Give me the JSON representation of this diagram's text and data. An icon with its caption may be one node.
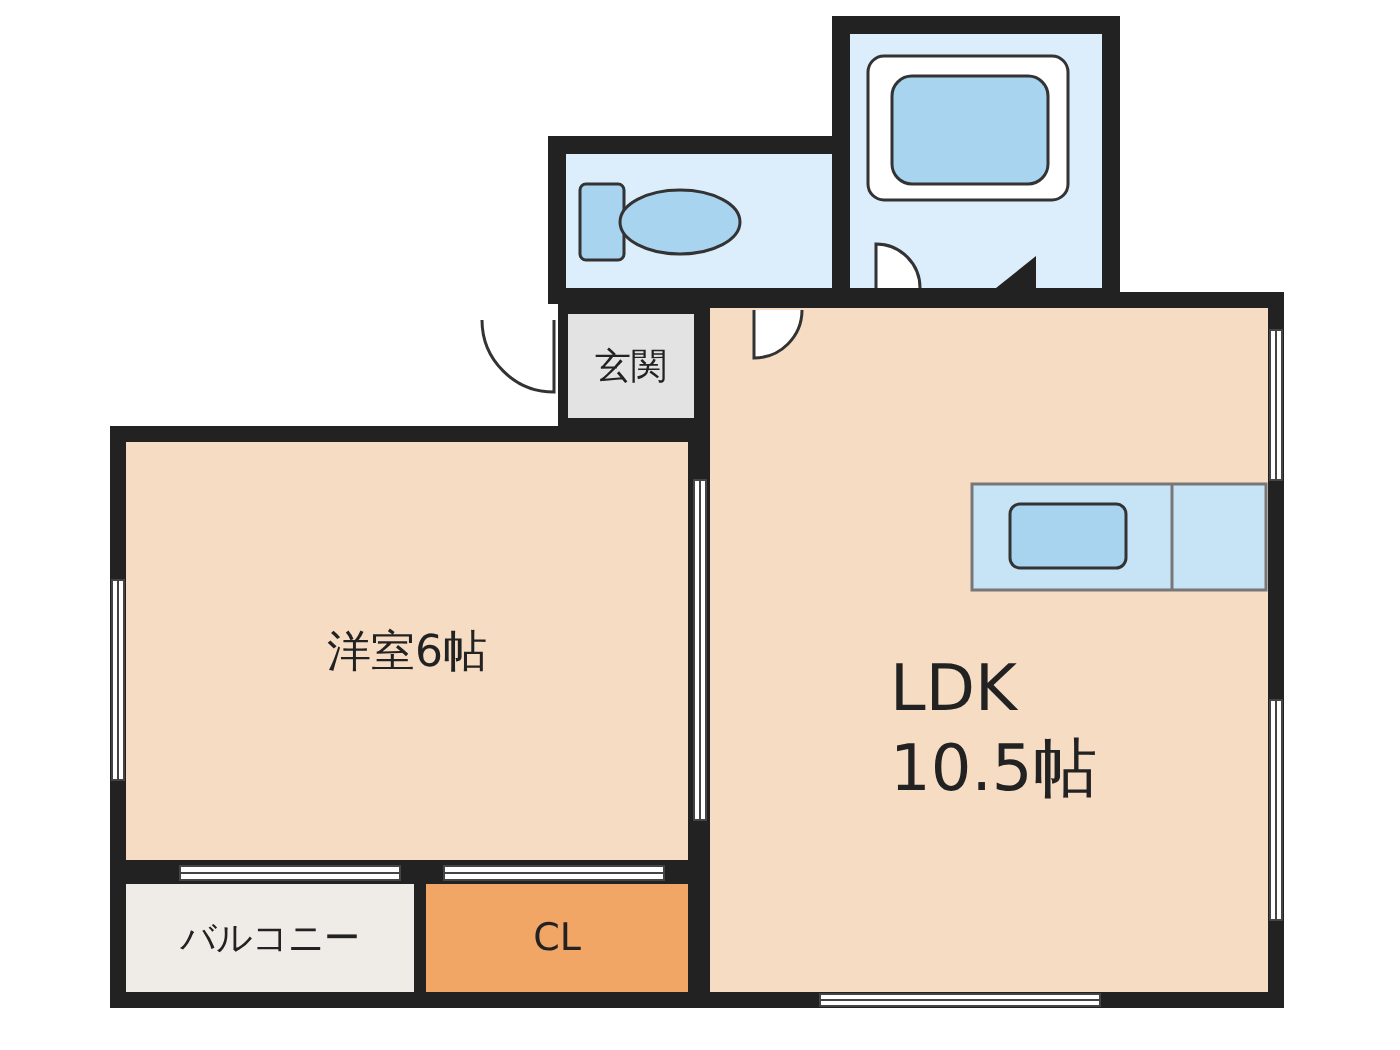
{
  "diagram": {
    "nodes": [
      {
        "text": [
          "玄関"
        ]
      },
      {
        "text": [
          "洋室6帖"
        ]
      },
      {
        "text": [
          "LDK 10.5帖"
        ]
      },
      {
        "text": [
          "バルコニー"
        ]
      },
      {
        "text": [
          "CL"
        ]
      }
    ]
  }
}
